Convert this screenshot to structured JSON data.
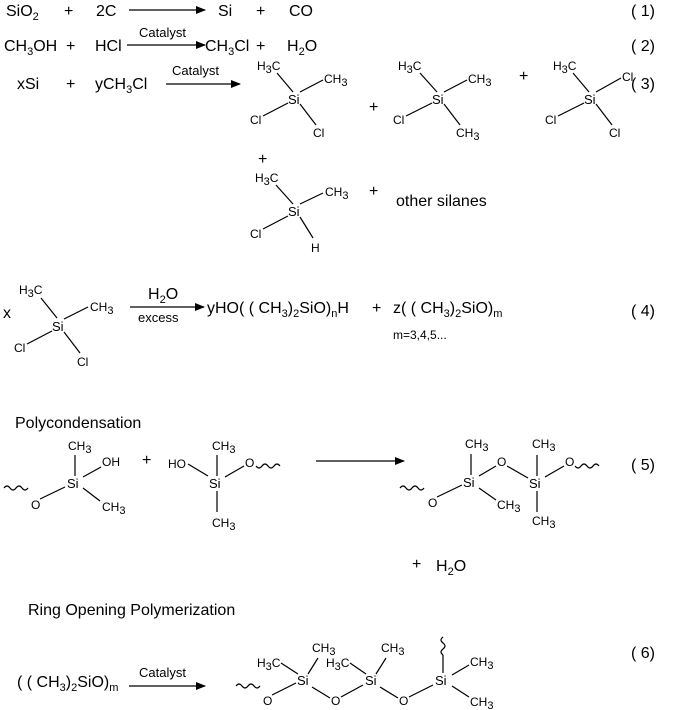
{
  "reactions": {
    "r1": {
      "sio2": "SiO",
      "sio2_sub": "2",
      "plus1": "+",
      "c": "2C",
      "si": "Si",
      "plus2": "+",
      "co": "CO",
      "num": "( 1)"
    },
    "r2": {
      "ch3oh": "CH",
      "ch3oh_sub": "3",
      "ch3oh_tail": "OH",
      "plus1": "+",
      "hcl": "HCl",
      "catalyst": "Catalyst",
      "ch3cl": "CH",
      "ch3cl_sub": "3",
      "ch3cl_tail": "Cl",
      "plus2": "+",
      "h2o": "H",
      "h2o_sub": "2",
      "h2o_tail": "O",
      "num": "( 2)"
    },
    "r3": {
      "xsi": "xSi",
      "plus1": "+",
      "ych3cl": "yCH",
      "ych3cl_sub": "3",
      "ych3cl_tail": "Cl",
      "catalyst": "Catalyst",
      "plus2": "+",
      "plus3": "+",
      "plus4": "+",
      "plus5": "+",
      "other": "other silanes",
      "num": "( 3)"
    },
    "r4": {
      "x": "x",
      "h2o": "H",
      "h2o_sub": "2",
      "h2o_tail": "O",
      "excess": "excess",
      "yho": "yHO( ( CH",
      "yho_sub1": "3",
      "yho_mid": ")",
      "yho_sub2": "2",
      "yho_mid2": "SiO)",
      "yho_sub3": "n",
      "yho_tail": "H",
      "plus": "+",
      "z": "z( ( CH",
      "z_sub1": "3",
      "z_mid": ")",
      "z_sub2": "2",
      "z_mid2": "SiO)",
      "z_sub3": "m",
      "m_values": "m=3,4,5...",
      "num": "( 4)"
    },
    "r5": {
      "title": "Polycondensation",
      "plus1": "+",
      "plus2": "+",
      "h2o": "H",
      "h2o_sub": "2",
      "h2o_tail": "O",
      "num": "( 5)"
    },
    "r6": {
      "title": "Ring Opening Polymerization",
      "reactant": "( ( CH",
      "reactant_sub1": "3",
      "reactant_mid": ")",
      "reactant_sub2": "2",
      "reactant_mid2": "SiO)",
      "reactant_sub3": "m",
      "catalyst": "Catalyst",
      "num": "( 6)"
    }
  },
  "atoms": {
    "si": "Si",
    "cl": "Cl",
    "h": "H",
    "o": "O",
    "oh": "OH",
    "ho": "HO",
    "ch3": "CH",
    "ch3_sub": "3",
    "h3c": "H",
    "h3c_sub": "3",
    "h3c_tail": "C"
  }
}
